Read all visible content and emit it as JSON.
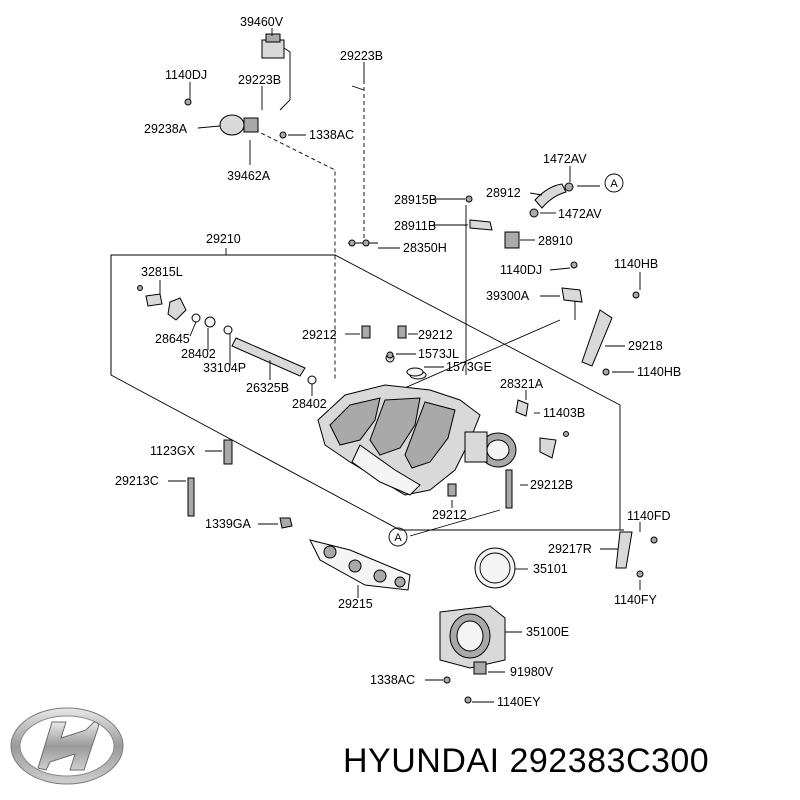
{
  "labels": {
    "l_39460V": "39460V",
    "l_29223B_top": "29223B",
    "l_1140DJ_a": "1140DJ",
    "l_29223B_b": "29223B",
    "l_29238A": "29238A",
    "l_1338AC_a": "1338AC",
    "l_39462A": "39462A",
    "l_1472AV_a": "1472AV",
    "l_28915B": "28915B",
    "l_28912": "28912",
    "l_28911B": "28911B",
    "l_1472AV_b": "1472AV",
    "l_29210": "29210",
    "l_28350H": "28350H",
    "l_28910": "28910",
    "l_32815L": "32815L",
    "l_1140DJ_b": "1140DJ",
    "l_1140HB_a": "1140HB",
    "l_39300A": "39300A",
    "l_28645": "28645",
    "l_29212_a": "29212",
    "l_29212_b": "29212",
    "l_29218": "29218",
    "l_28402_a": "28402",
    "l_1573JL": "1573JL",
    "l_33104P": "33104P",
    "l_1573GE": "1573GE",
    "l_1140HB_b": "1140HB",
    "l_26325B": "26325B",
    "l_28321A": "28321A",
    "l_28402_b": "28402",
    "l_11403B": "11403B",
    "l_1123GX": "1123GX",
    "l_29213C": "29213C",
    "l_29212B": "29212B",
    "l_1140FD": "1140FD",
    "l_1339GA": "1339GA",
    "l_29212_c": "29212",
    "l_29217R": "29217R",
    "l_35101": "35101",
    "l_1140FY": "1140FY",
    "l_29215": "29215",
    "l_35100E": "35100E",
    "l_91980V": "91980V",
    "l_1338AC_b": "1338AC",
    "l_1140EY": "1140EY"
  },
  "ref_markers": {
    "a1": "A",
    "a2": "A"
  },
  "footer": {
    "brand": "HYUNDAI",
    "part_number": "292383C300"
  }
}
